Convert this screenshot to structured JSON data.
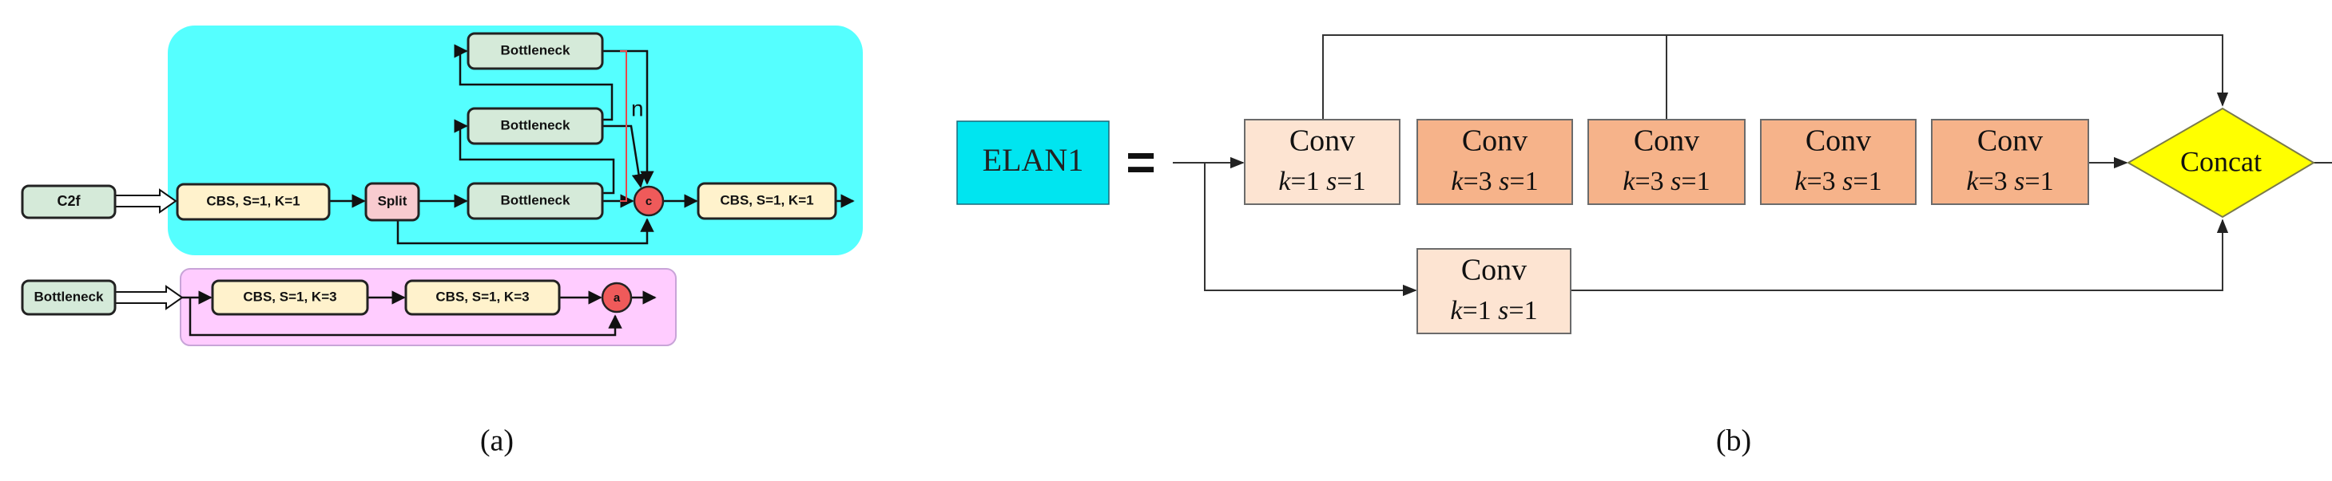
{
  "panel_a": {
    "caption": "(a)",
    "c2f_module": {
      "input_label": "C2f",
      "cbs_in_label": "CBS, S=1, K=1",
      "split_label": "Split",
      "bottleneck_labels": [
        "Bottleneck",
        "Bottleneck",
        "Bottleneck"
      ],
      "repeat_label": "n",
      "concat_node_label": "c",
      "cbs_out_label": "CBS, S=1, K=1"
    },
    "bottleneck_module": {
      "input_label": "Bottleneck",
      "cbs_1_label": "CBS, S=1, K=3",
      "cbs_2_label": "CBS, S=1, K=3",
      "add_node_label": "a"
    },
    "colors": {
      "c2f_background": "#55ffff",
      "bottleneck_background": "#ffccff",
      "green_block": "#d5ead9",
      "cbs_block": "#fff2cc",
      "split_block": "#f8cbcf",
      "node": "#ef5a5a",
      "repeat_bracket": "#e8484b"
    }
  },
  "panel_b": {
    "caption": "(b)",
    "elan_label": "ELAN1",
    "equals": "=",
    "conv_title": "Conv",
    "conv_first": {
      "k": "k",
      "k_value": "=1",
      "s": "s",
      "s_value": "=1"
    },
    "conv_middle": [
      {
        "k": "k",
        "k_value": "=3",
        "s": "s",
        "s_value": "=1"
      },
      {
        "k": "k",
        "k_value": "=3",
        "s": "s",
        "s_value": "=1"
      },
      {
        "k": "k",
        "k_value": "=3",
        "s": "s",
        "s_value": "=1"
      },
      {
        "k": "k",
        "k_value": "=3",
        "s": "s",
        "s_value": "=1"
      }
    ],
    "conv_bottom": {
      "k": "k",
      "k_value": "=1",
      "s": "s",
      "s_value": "=1"
    },
    "concat_label": "Concat",
    "colors": {
      "elan_box": "#00e5f0",
      "conv_light": "#fde4d2",
      "conv_dark": "#f6b38a",
      "concat": "#ffff00"
    }
  }
}
